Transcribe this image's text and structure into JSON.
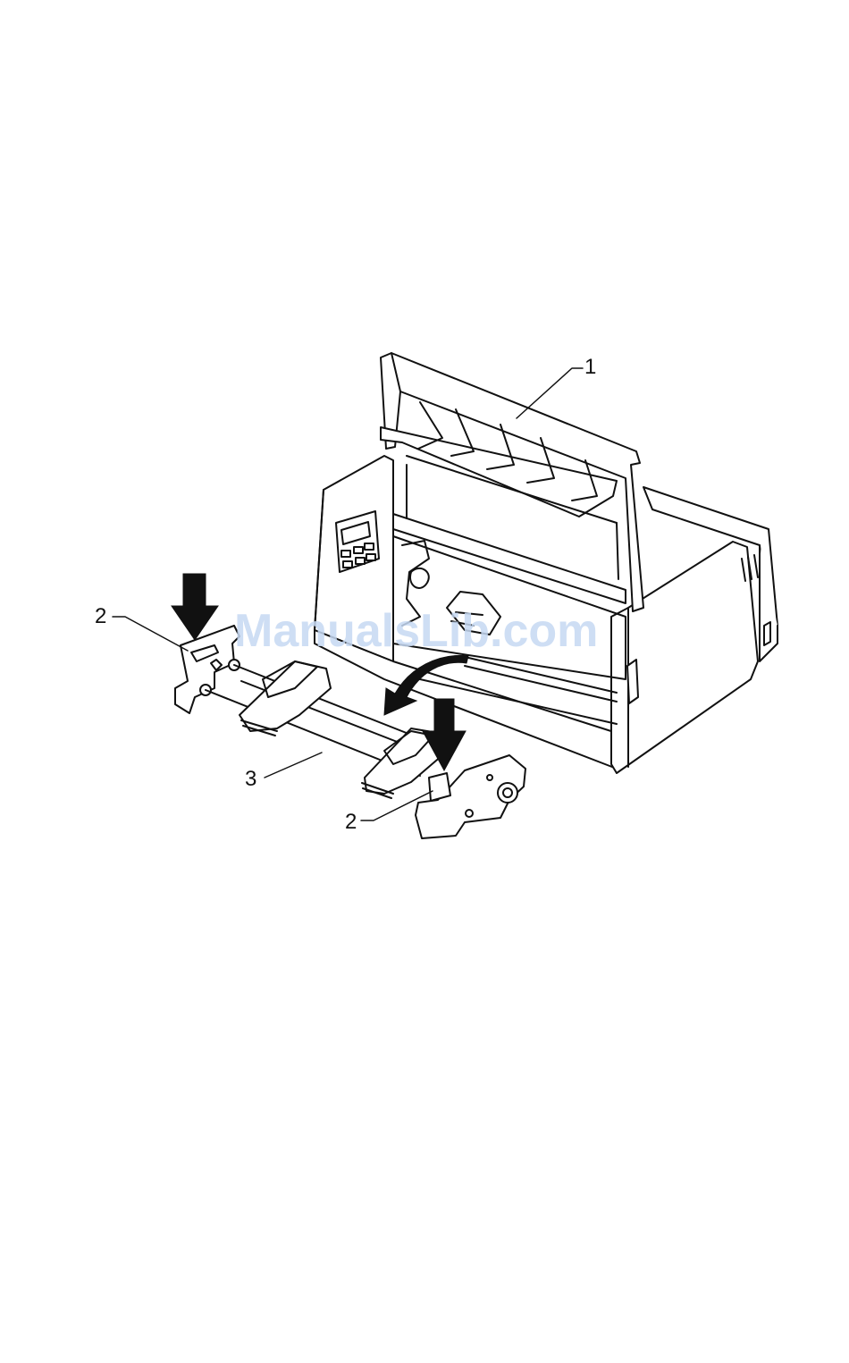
{
  "figure": {
    "callouts": {
      "part_1": "1",
      "part_2_left": "2",
      "part_2_right": "2",
      "part_3": "3"
    },
    "watermark": "ManualsLib.com"
  },
  "colors": {
    "line": "#111111",
    "fill": "#ffffff",
    "arrow": "#111111",
    "watermark": "#c6d9f3"
  }
}
